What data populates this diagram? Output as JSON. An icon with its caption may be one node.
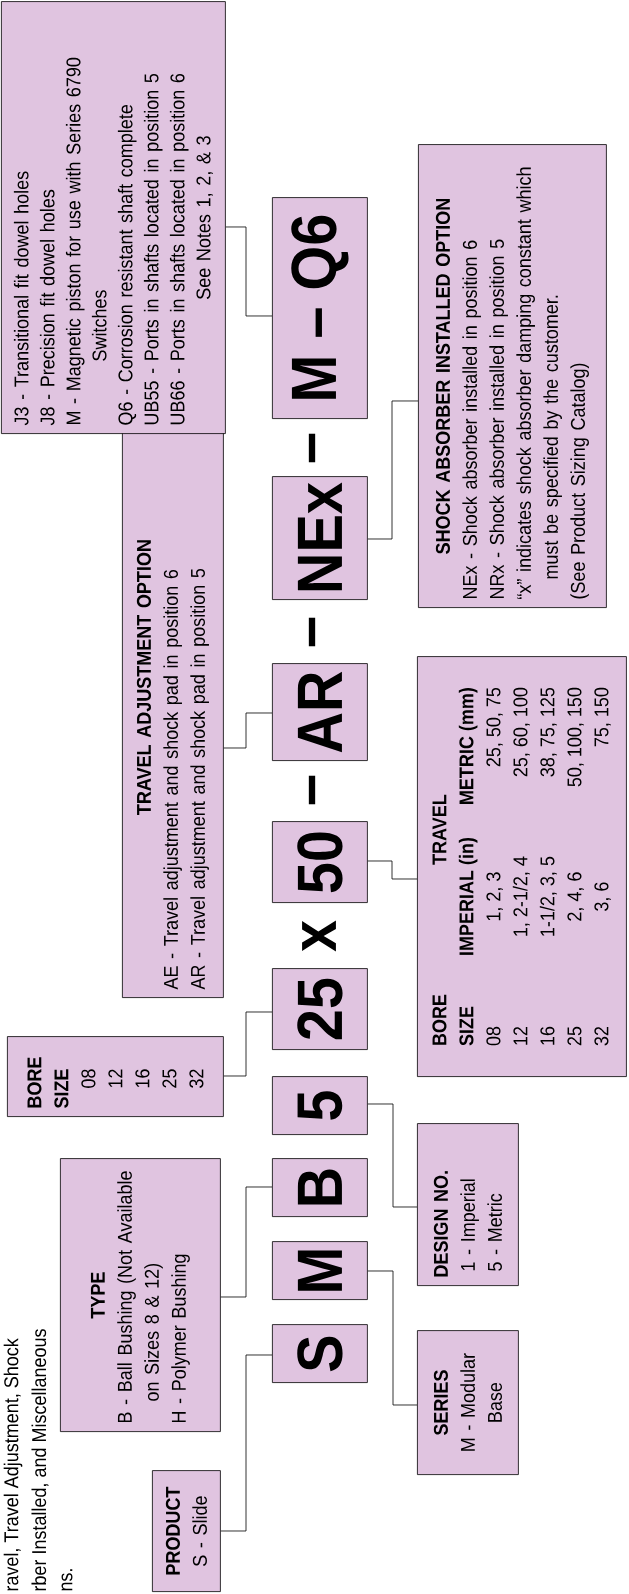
{
  "diagram": {
    "nodes": [
      {
        "text": [
          "S"
        ]
      },
      {
        "text": [
          "M"
        ]
      },
      {
        "text": [
          "B"
        ]
      },
      {
        "text": [
          "5"
        ]
      },
      {
        "text": [
          "25"
        ]
      },
      {
        "text": [
          "50"
        ]
      },
      {
        "text": [
          "AR"
        ]
      },
      {
        "text": [
          "NEx"
        ]
      },
      {
        "text": [
          "M – Q6"
        ]
      },
      {
        "text": [
          "PRODUCT",
          "S - Slide"
        ]
      },
      {
        "text": [
          "TYPE",
          "B - Ball Bushing (Not Available on Sizes 8 & 12)",
          "H - Polymer Bushing"
        ]
      },
      {
        "text": [
          "BORE SIZE",
          "08",
          "12",
          "16",
          "25",
          "32"
        ]
      },
      {
        "text": [
          "TRAVEL ADJUSTMENT OPTION",
          "AE - Travel adjustment and shock pad in position 6",
          "AR - Travel adjustment and shock pad in position 5"
        ]
      },
      {
        "text": [
          "J3 - Transitional fit dowel holes",
          "J8 - Precision fit dowel holes",
          "M - Magnetic piston for use with Series 6790 Switches",
          "Q6 - Corrosion resistant shaft complete",
          "UB55 - Ports in shafts located in position 5",
          "UB66 - Ports in shafts located in position 6",
          "See Notes 1, 2, & 3"
        ]
      },
      {
        "text": [
          "SERIES",
          "M - Modular Base"
        ]
      },
      {
        "text": [
          "DESIGN NO.",
          "1 - Imperial",
          "5 - Metric"
        ]
      },
      {
        "text": [
          "BORE SIZE",
          "TRAVEL",
          "IMPERIAL (in)",
          "METRIC (mm)",
          "08",
          "1, 2, 3",
          "25, 50, 75",
          "12",
          "1, 2-1/2, 4",
          "25, 60, 100",
          "16",
          "1-1/2, 3, 5",
          "38, 75, 125",
          "25",
          "2, 4, 6",
          "50, 100, 150",
          "32",
          "3, 6",
          "75, 150"
        ]
      },
      {
        "text": [
          "SHOCK ABSORBER INSTALLED OPTION",
          "NEx - Shock absorber installed in position 6",
          "NRx - Shock absorber installed in position 5",
          "“x” indicates shock absorber damping constant which must be specified by the customer.",
          "(See Product Sizing Catalog)"
        ]
      }
    ],
    "edges": [
      {
        "from": 0,
        "to": 9,
        "arrow": "none"
      },
      {
        "from": 2,
        "to": 10,
        "arrow": "none"
      },
      {
        "from": 4,
        "to": 11,
        "arrow": "none"
      },
      {
        "from": 6,
        "to": 12,
        "arrow": "none"
      },
      {
        "from": 8,
        "to": 13,
        "arrow": "none"
      },
      {
        "from": 1,
        "to": 14,
        "arrow": "none"
      },
      {
        "from": 3,
        "to": 15,
        "arrow": "none"
      },
      {
        "from": 5,
        "to": 16,
        "arrow": "none"
      },
      {
        "from": 7,
        "to": 17,
        "arrow": "none"
      }
    ],
    "labels": [
      "ravel, Travel Adjustment, Shock",
      "rber Installed, and Miscellaneous",
      "ns.",
      "x",
      "–",
      "–",
      "–"
    ]
  }
}
